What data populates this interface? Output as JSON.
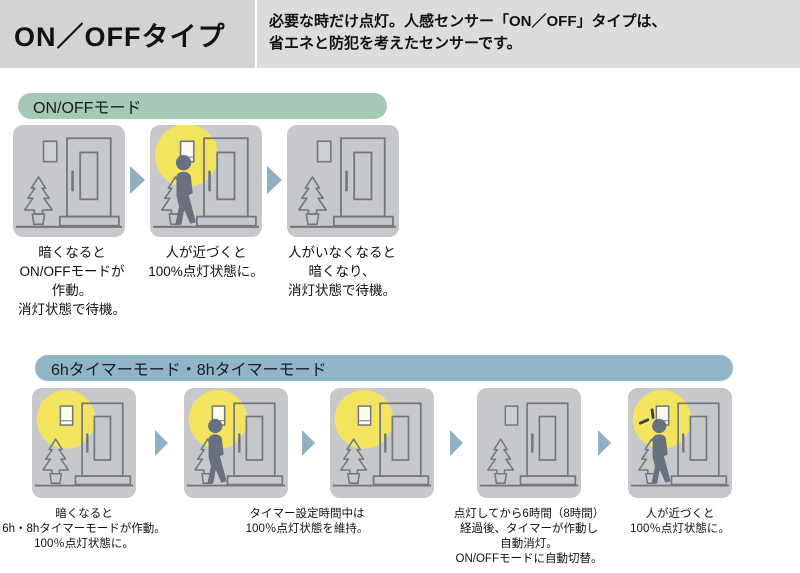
{
  "header": {
    "title": "ON／OFFタイプ",
    "description": "必要な時だけ点灯。人感センサー「ON／OFF」タイプは、\n省エネと防犯を考えたセンサーです。"
  },
  "sections": [
    {
      "label": "ON/OFFモード",
      "band_color": "#a6c9b4",
      "panels": [
        {
          "state": "dark-standby-light-off",
          "glow": false,
          "person": false,
          "flash": false
        },
        {
          "state": "person-approaches-light-on",
          "glow": true,
          "person": true,
          "flash": false
        },
        {
          "state": "person-gone-light-off-standby",
          "glow": false,
          "person": false,
          "flash": false
        }
      ],
      "captions": [
        {
          "text": "暗くなると\nON/OFFモードが\n作動。\n消灯状態で待機。"
        },
        {
          "text": "人が近づくと\n100%点灯状態に。"
        },
        {
          "text": "人がいなくなると\n暗くなり、\n消灯状態で待機。"
        }
      ]
    },
    {
      "label": "6hタイマーモード・8hタイマーモード",
      "band_color": "#90b5c8",
      "panels": [
        {
          "state": "dark-timer-starts-light-on",
          "glow": true,
          "person": false,
          "flash": false
        },
        {
          "state": "timer-period-person-light-on",
          "glow": true,
          "person": true,
          "flash": false
        },
        {
          "state": "timer-period-light-maintained",
          "glow": true,
          "person": false,
          "flash": false
        },
        {
          "state": "timer-elapsed-auto-off",
          "glow": false,
          "person": false,
          "flash": false
        },
        {
          "state": "person-approaches-light-on-again",
          "glow": true,
          "person": true,
          "flash": true
        }
      ],
      "captions": [
        {
          "text": "暗くなると\n6h・8hタイマーモードが作動。\n100％点灯状態に。"
        },
        {
          "text": "タイマー設定時間中は\n100％点灯状態を維持。"
        },
        {
          "text": "点灯してから6時間（8時間）\n経過後、タイマーが作動し\n自動消灯。\nON/OFFモードに自動切替。"
        },
        {
          "text": "人が近づくと\n100％点灯状態に。"
        }
      ]
    }
  ],
  "icons": {
    "arrow_right": "solid-triangle-pointing-right",
    "light_glow": "yellow-circle-glow",
    "porch_lamp": "wall-lamp-rectangle",
    "door": "front-door-with-panel-and-handle",
    "tree": "fir-tree-in-pot-outline",
    "person": "walking-person-silhouette",
    "flash_marks": "light-on-dash-marks"
  },
  "colors": {
    "title_bg": "#d2d3d5",
    "desc_bg": "#dbdcde",
    "band1": "#a6c9b4",
    "band2": "#90b5c8",
    "panel_bg": "#c7c8cc",
    "outline": "#72787f",
    "glow": "#f2e45e",
    "person": "#68717e",
    "arrow": "#8fafc2",
    "lamp_lit": "#fbfbf0",
    "lamp_off": "#cfd0d4",
    "flash": "#3c4148",
    "text": "#111111"
  }
}
